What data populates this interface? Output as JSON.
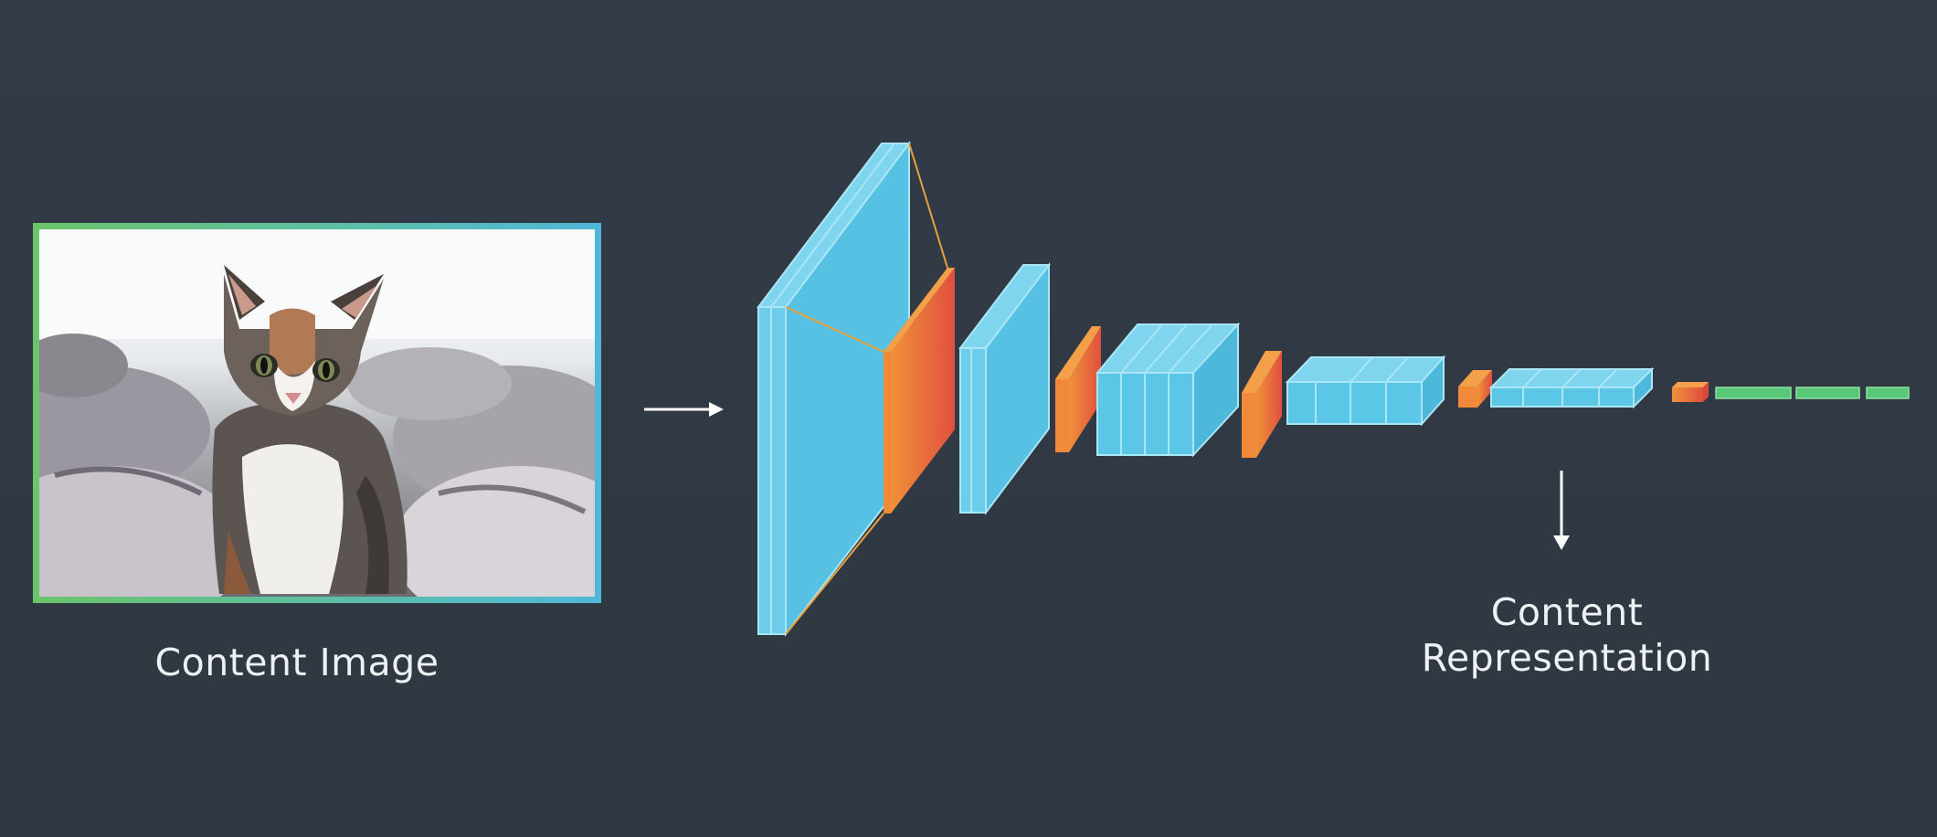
{
  "labels": {
    "content_image": "Content Image",
    "content_representation_line1": "Content",
    "content_representation_line2": "Representation"
  },
  "colors": {
    "background": "#323b47",
    "conv_layer": "#58c3e3",
    "conv_layer_dark": "#3ea9cc",
    "pool_layer": "#ef7b35",
    "pool_layer_red": "#e2523f",
    "fc_layer": "#58c878",
    "frame_green": "#6cc46a",
    "frame_blue": "#4fb8d8",
    "arrow": "#ffffff"
  },
  "icons": {
    "input_arrow": "arrow-right-icon",
    "output_arrow": "arrow-down-icon"
  }
}
